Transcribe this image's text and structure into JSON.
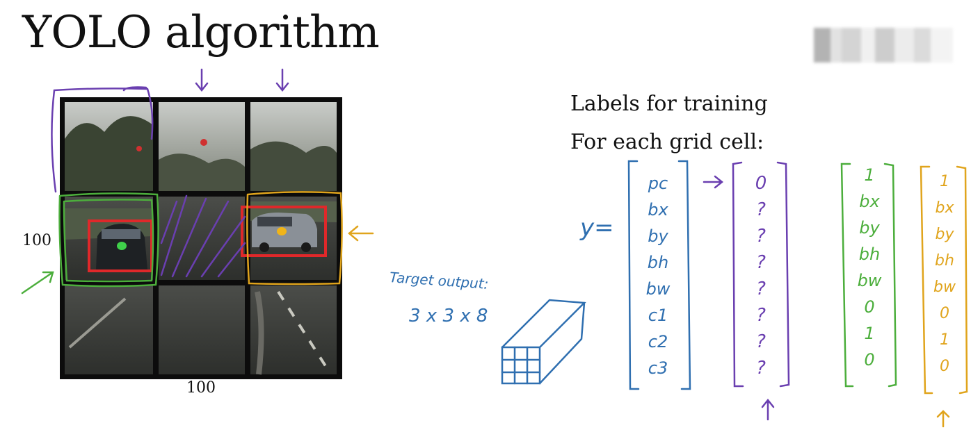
{
  "slide": {
    "title": "YOLO algorithm",
    "labels_title": "Labels for training",
    "grid_cell_caption": "For each grid cell:"
  },
  "image": {
    "width_label": "100",
    "height_label": "100",
    "grid": "3x3"
  },
  "annotations": {
    "target_output_label": "Target output:",
    "target_output_shape": "3 x 3 x 8",
    "y_label": "y="
  },
  "vectors": {
    "y_components": [
      "pc",
      "bx",
      "by",
      "bh",
      "bw",
      "c1",
      "c2",
      "c3"
    ],
    "no_object": [
      "0",
      "?",
      "?",
      "?",
      "?",
      "?",
      "?",
      "?"
    ],
    "green_object": [
      "1",
      "bx",
      "by",
      "bh",
      "bw",
      "0",
      "1",
      "0"
    ],
    "orange_object": [
      "1",
      "bx",
      "by",
      "bh",
      "bw",
      "0",
      "1",
      "0"
    ]
  },
  "colors": {
    "blue_ink": "#2f6fb0",
    "purple_ink": "#6a3fb0",
    "green_ink": "#4cae3c",
    "orange_ink": "#e0a41c",
    "red_box": "#e0282a"
  }
}
